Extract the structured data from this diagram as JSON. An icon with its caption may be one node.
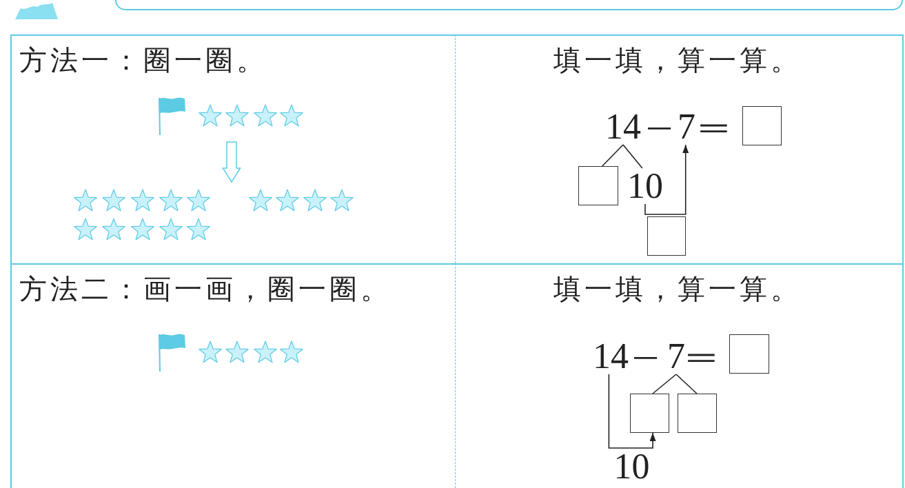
{
  "diagram": {
    "nodes": [
      {
        "text": [
          "方法一：圈一圈。"
        ]
      },
      {
        "text": [],
        "shape": "picture",
        "in": 0
      },
      {
        "text": [],
        "shape": "picture",
        "in": 0
      },
      {
        "text": [
          "填一填，算一算。"
        ]
      },
      {
        "text": [
          "14"
        ],
        "in": 3
      },
      {
        "text": [
          "7"
        ],
        "in": 3
      },
      {
        "text": [],
        "shape": "box",
        "in": 3
      },
      {
        "text": [],
        "shape": "box",
        "in": 3
      },
      {
        "text": [
          "10"
        ],
        "in": 3
      },
      {
        "text": [],
        "shape": "box",
        "in": 3
      },
      {
        "text": [
          "方法二：画一画，圈一圈。"
        ]
      },
      {
        "text": [
          "填一填，算一算。"
        ]
      },
      {
        "text": [
          "14"
        ],
        "in": 11
      },
      {
        "text": [
          "7"
        ],
        "in": 11
      },
      {
        "text": [],
        "shape": "box",
        "in": 11
      },
      {
        "text": [],
        "shape": "box",
        "in": 11
      },
      {
        "text": [],
        "shape": "box",
        "in": 11
      }
    ],
    "edges": [
      {
        "from": 1,
        "to": 2,
        "arrow": "to",
        "style": "thick",
        "color": "#5ccbe3"
      },
      {
        "from": 4,
        "to": 7,
        "arrow": "none"
      },
      {
        "from": 4,
        "to": 8,
        "arrow": "none"
      },
      {
        "from": 8,
        "to": 5,
        "arrow": "to"
      },
      {
        "from": 13,
        "to": 15,
        "arrow": "none"
      },
      {
        "from": 13,
        "to": 16,
        "arrow": "none"
      },
      {
        "from": 12,
        "to": 15,
        "arrow": "to",
        "label": "10"
      }
    ],
    "labels": [
      "－",
      "＝",
      "－",
      "＝"
    ]
  }
}
